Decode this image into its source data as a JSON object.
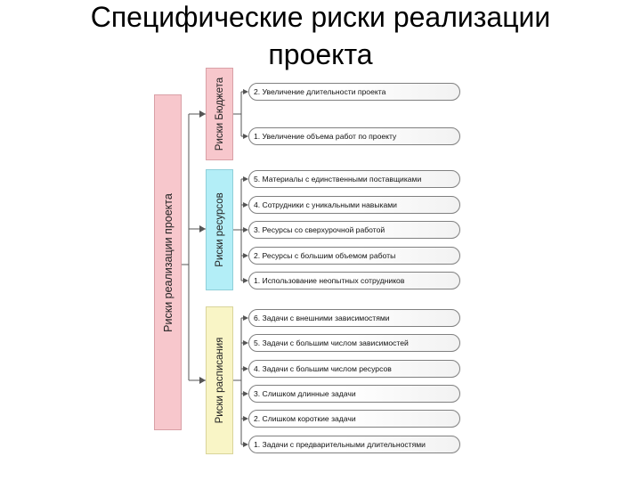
{
  "title": {
    "line1": "Специфические риски реализации",
    "line2": "проекта"
  },
  "root": {
    "label": "Риски реализации проекта"
  },
  "groups": [
    {
      "label": "Риски Бюджета",
      "color": "#f7c7cc",
      "border": "#d9a0a6",
      "items": [
        "2. Увеличение длительности проекта",
        "1. Увеличение объема работ по проекту"
      ]
    },
    {
      "label": "Риски ресурсов",
      "color": "#b3eef7",
      "border": "#8fcfd9",
      "items": [
        "5. Материалы с единственными поставщиками",
        "4. Сотрудники с уникальными навыками",
        "3. Ресурсы со сверхурочной работой",
        "2. Ресурсы с большим объемом работы",
        "1. Использование неопытных сотрудников"
      ]
    },
    {
      "label": "Риски расписания",
      "color": "#f9f5c6",
      "border": "#d9d49a",
      "items": [
        "6. Задачи с внешними зависимостями",
        "5. Задачи с большим числом зависимостей",
        "4. Задачи с большим числом ресурсов",
        "3. Слишком длинные задачи",
        "2. Слишком короткие задачи",
        "1. Задачи с предварительными длительностями"
      ]
    }
  ]
}
